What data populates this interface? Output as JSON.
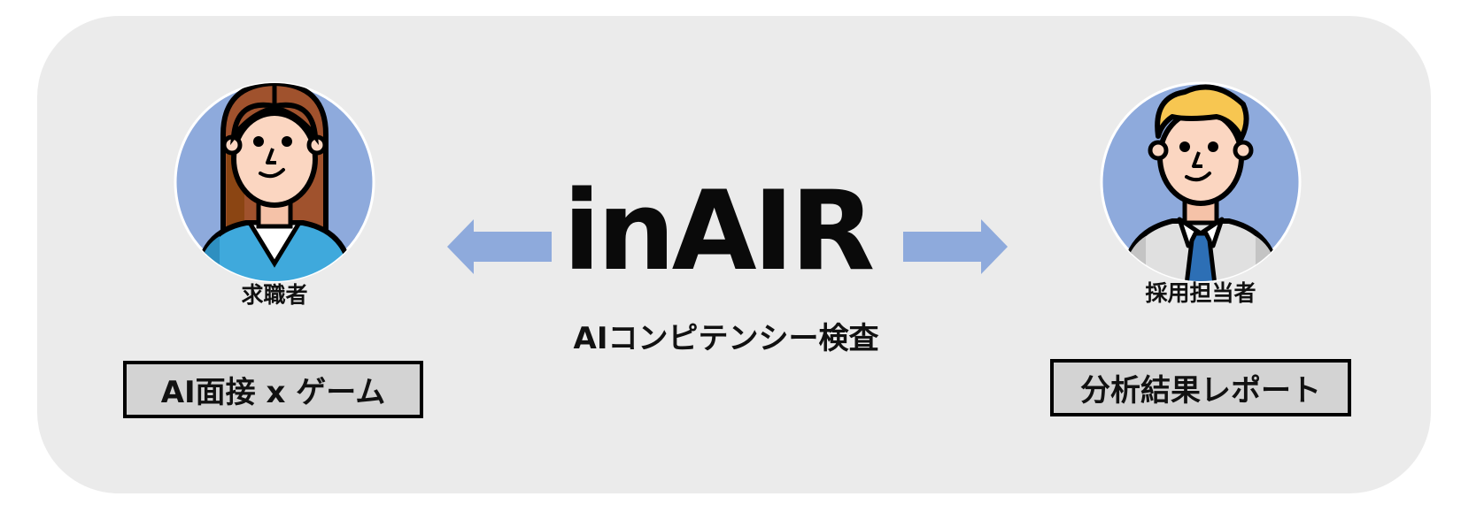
{
  "center": {
    "logo": "inAIR",
    "subtitle": "AIコンピテンシー検査"
  },
  "left": {
    "role": "求職者",
    "box_label": "AI面接 x ゲーム",
    "avatar_icon": "woman-avatar-icon"
  },
  "right": {
    "role": "採用担当者",
    "box_label": "分析結果レポート",
    "avatar_icon": "businessman-avatar-icon"
  },
  "colors": {
    "panel": "#ebebeb",
    "arrow": "#8eaadc",
    "avatar_bg": "#8eaadc",
    "box_fill": "#d3d3d3"
  }
}
